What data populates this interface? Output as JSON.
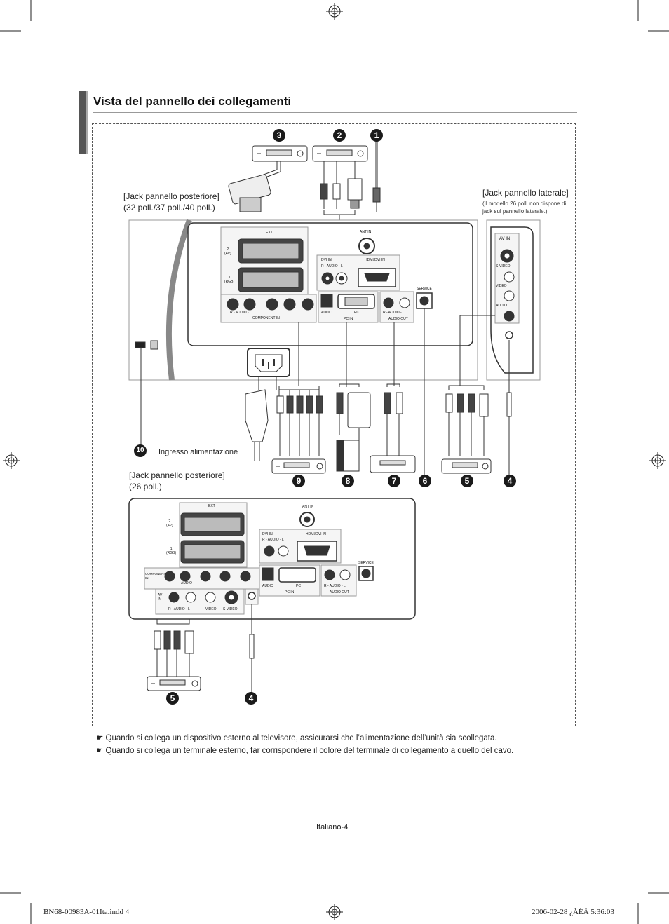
{
  "page": {
    "title": "Vista del pannello dei collegamenti",
    "labels": {
      "rear_large": [
        "[Jack pannello posteriore]",
        "(32 poll./37 poll./40 poll.)"
      ],
      "side_panel": "[Jack pannello laterale]",
      "side_panel_note": [
        "(Il modello 26 poll. non dispone di",
        "jack sul pannello laterale.)"
      ],
      "power_input": "Ingresso alimentazione",
      "rear_small": [
        "[Jack pannello posteriore]",
        "(26 poll.)"
      ]
    },
    "callouts": [
      "1",
      "2",
      "3",
      "4",
      "5",
      "6",
      "7",
      "8",
      "9",
      "10"
    ],
    "panel_text": {
      "ext": "EXT",
      "scart2": [
        "2",
        "(AV)"
      ],
      "scart1": [
        "1",
        "(RGB)"
      ],
      "ant_in": "ANT IN",
      "dvi_in": "DVI IN",
      "hdmi_dvi_in": "HDMI/DVI IN",
      "audio_lr": "R - AUDIO - L",
      "component_in": "COMPONENT IN",
      "audio": "AUDIO",
      "pc": "PC",
      "pc_in": "PC IN",
      "audio_out": "AUDIO OUT",
      "service": "SERVICE",
      "av_in": "AV IN",
      "s_video": "S-VIDEO",
      "video": "VIDEO",
      "component": [
        "COMPONENT",
        "IN"
      ],
      "av_in_small": [
        "AV",
        "IN"
      ],
      "s_video_small": "S-VIDEO"
    },
    "notes": [
      "Quando si collega un dispositivo esterno al televisore, assicurarsi che l’alimentazione dell’unità sia scollegata.",
      "Quando si collega un terminale esterno, far corrispondere il colore del terminale di collegamento a quello del cavo."
    ],
    "note_icon": "pointing-hand-icon",
    "page_number": "Italiano-4",
    "print_slug_left": "BN68-00983A-01Ita.indd   4",
    "print_slug_right": "2006-02-28   ¿ÀÈÄ 5:36:03"
  }
}
